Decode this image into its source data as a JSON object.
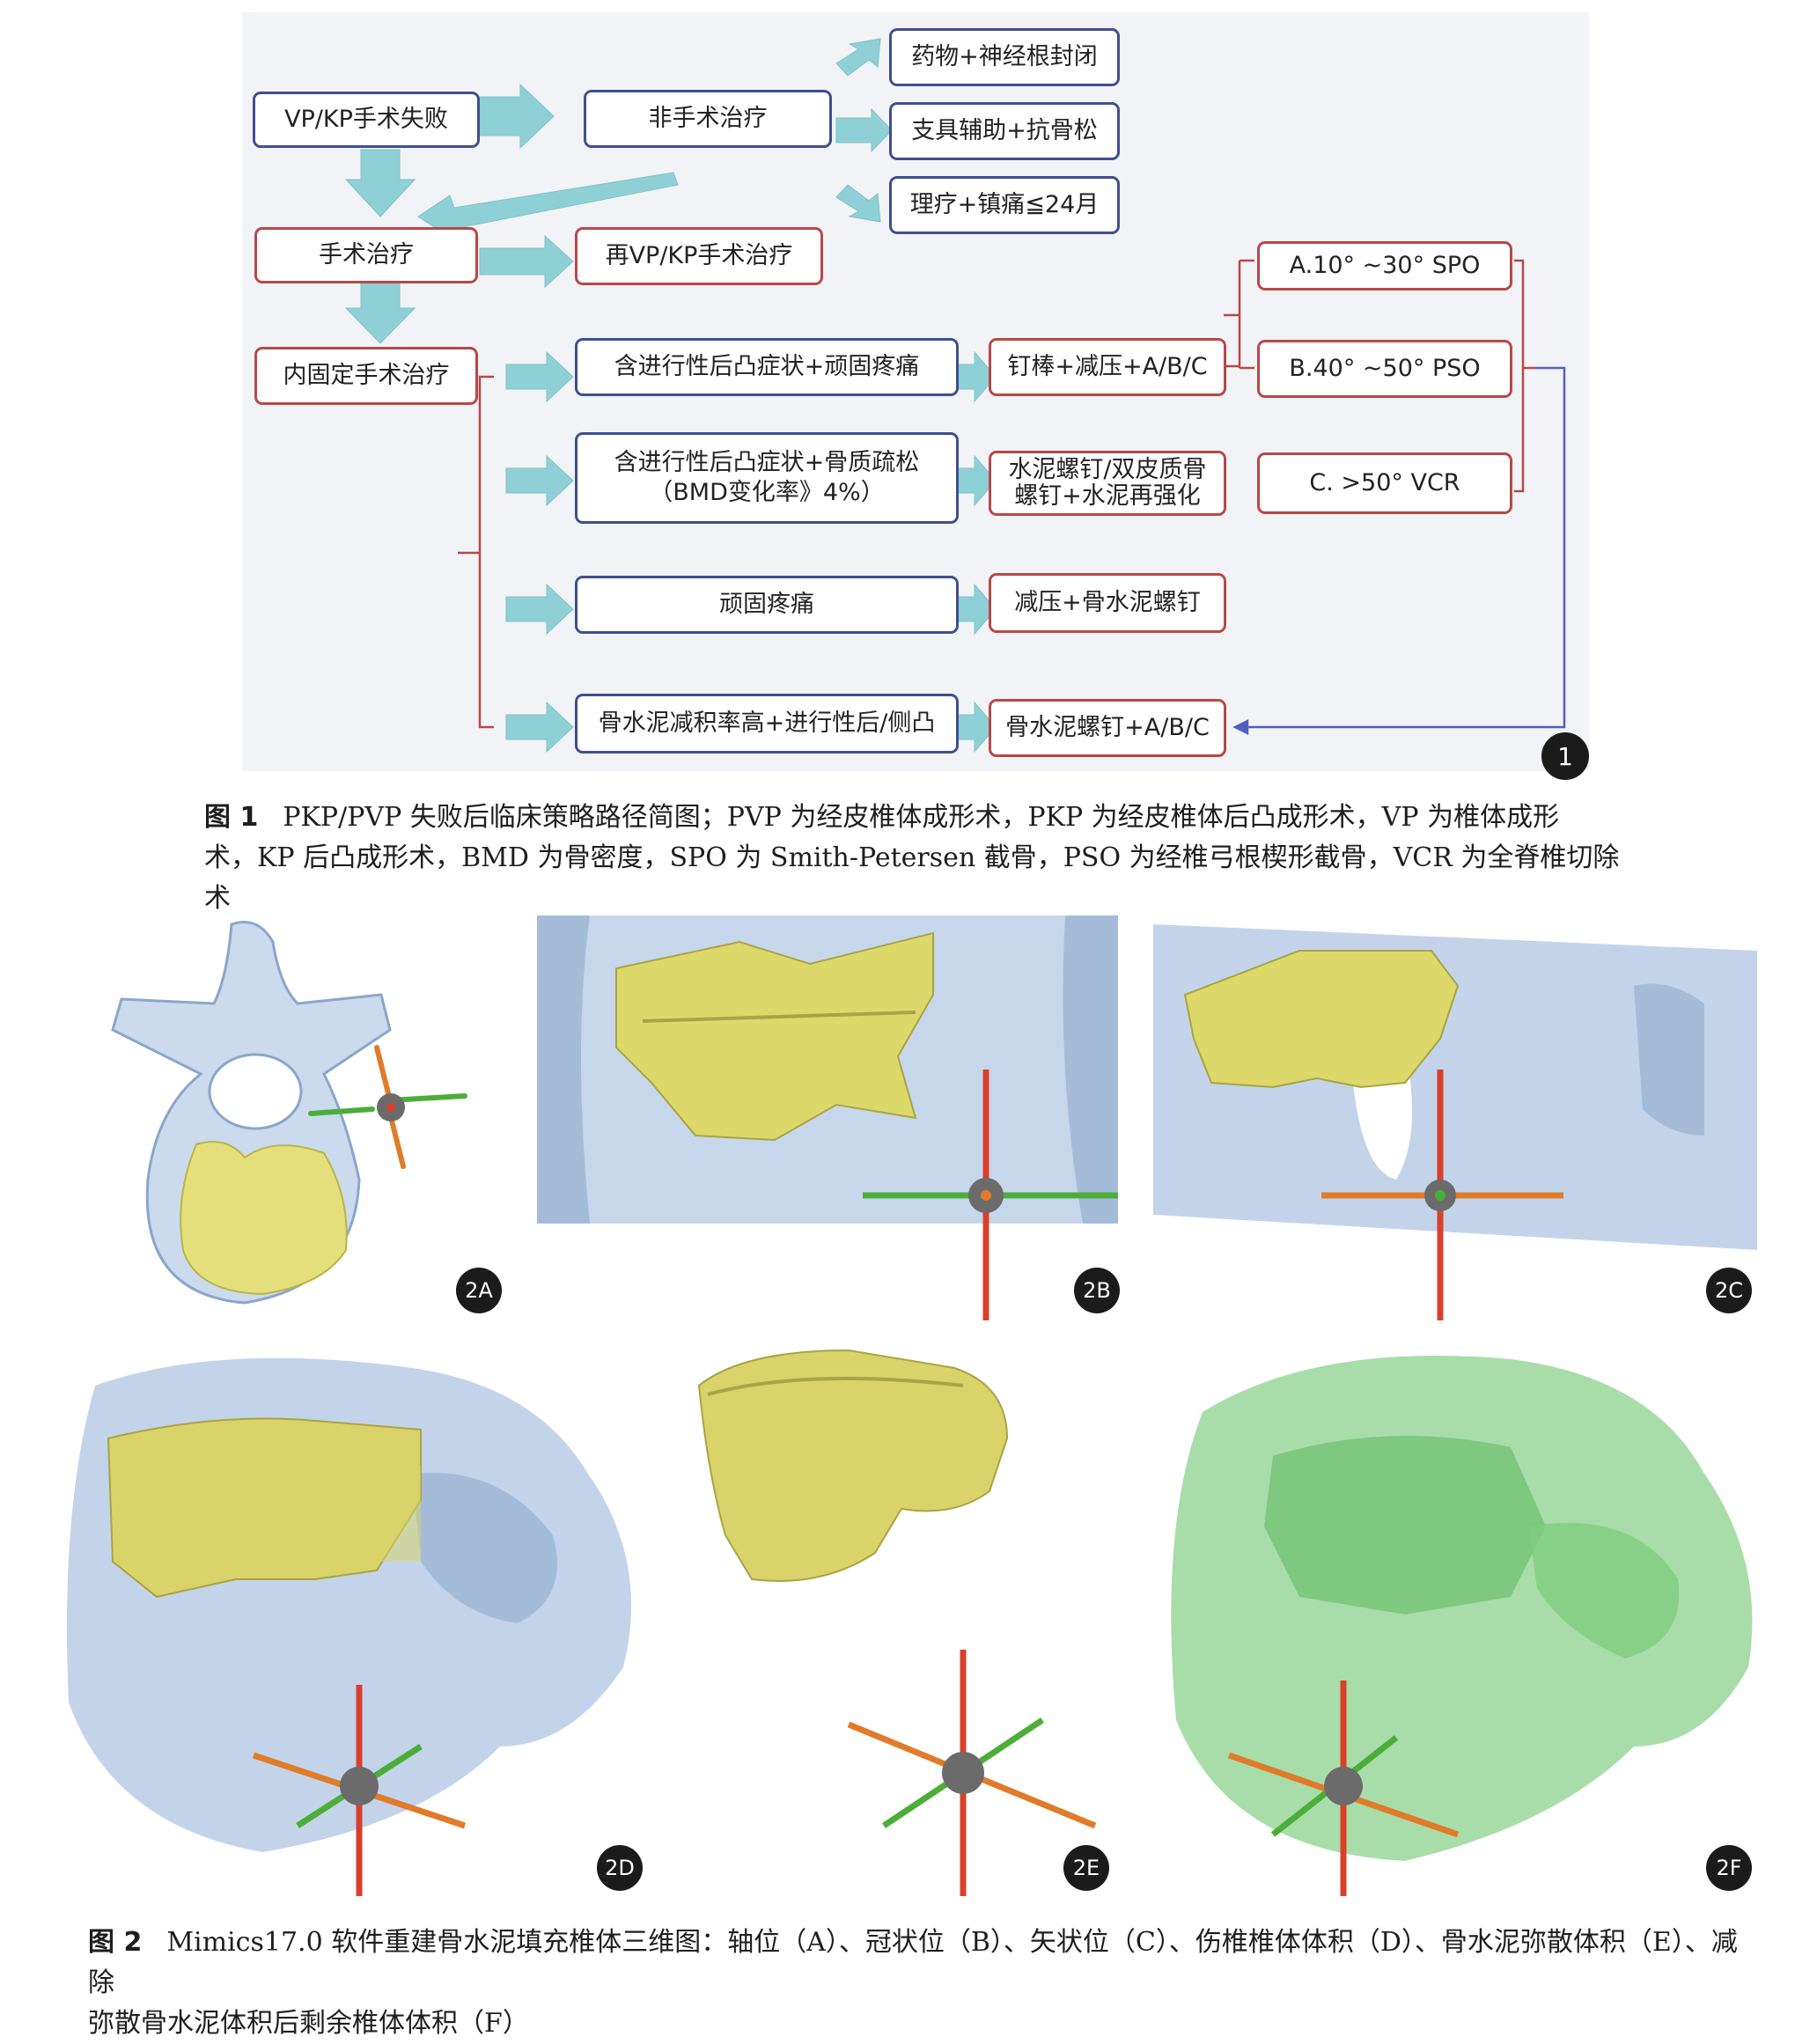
{
  "figure1": {
    "badge": "1",
    "boxes": {
      "vpkp_fail": "VP/KP手术失败",
      "non_surgical": "非手术治疗",
      "drug": "药物+神经根封闭",
      "brace": "支具辅助+抗骨松",
      "physio": "理疗+镇痛≦24月",
      "surgical": "手术治疗",
      "re_vpkp": "再VP/KP手术治疗",
      "internal_fix": "内固定手术治疗",
      "cond1": "含进行性后凸症状+顽固疼痛",
      "cond2_line1": "含进行性后凸症状+骨质疏松",
      "cond2_line2": "（BMD变化率》4%）",
      "cond3": "顽固疼痛",
      "cond4": "骨水泥减积率高+进行性后/侧凸",
      "tx1": "钉棒+减压+A/B/C",
      "tx2_line1": "水泥螺钉/双皮质骨",
      "tx2_line2": "螺钉+水泥再强化",
      "tx3": "减压+骨水泥螺钉",
      "tx4": "骨水泥螺钉+A/B/C",
      "optA": "A.10°  ~30°  SPO",
      "optB": "B.40°  ~50°  PSO",
      "optC": "C.  >50°  VCR"
    },
    "colors": {
      "blue_border": "#3f4f8f",
      "red_border": "#b84848",
      "arrow": "#8fd0d6",
      "connector_red": "#b84848",
      "connector_blue": "#5060c0"
    }
  },
  "caption1": {
    "label": "图 1",
    "line1": "PKP/PVP 失败后临床策略路径简图；PVP 为经皮椎体成形术，PKP 为经皮椎体后凸成形术，VP 为椎体成形",
    "line2": "术，KP 后凸成形术，BMD 为骨密度，SPO 为 Smith-Petersen 截骨，PSO 为经椎弓根楔形截骨，VCR 为全脊椎切除术"
  },
  "figure2": {
    "panels": [
      {
        "label": "2A"
      },
      {
        "label": "2B"
      },
      {
        "label": "2C"
      },
      {
        "label": "2D"
      },
      {
        "label": "2E"
      },
      {
        "label": "2F"
      }
    ],
    "colors": {
      "bone_blue": "#b9cde6",
      "cement_yellow": "#d9d36a",
      "residual_green": "#9fd9a0",
      "axis_red": "#d9402c",
      "axis_green": "#4cae3a",
      "axis_orange": "#e07b2a"
    }
  },
  "caption2": {
    "label": "图 2",
    "line1": "Mimics17.0 软件重建骨水泥填充椎体三维图：轴位（A）、冠状位（B）、矢状位（C）、伤椎椎体体积（D）、骨水泥弥散体积（E）、减除",
    "line2": "弥散骨水泥体积后剩余椎体体积（F）"
  }
}
